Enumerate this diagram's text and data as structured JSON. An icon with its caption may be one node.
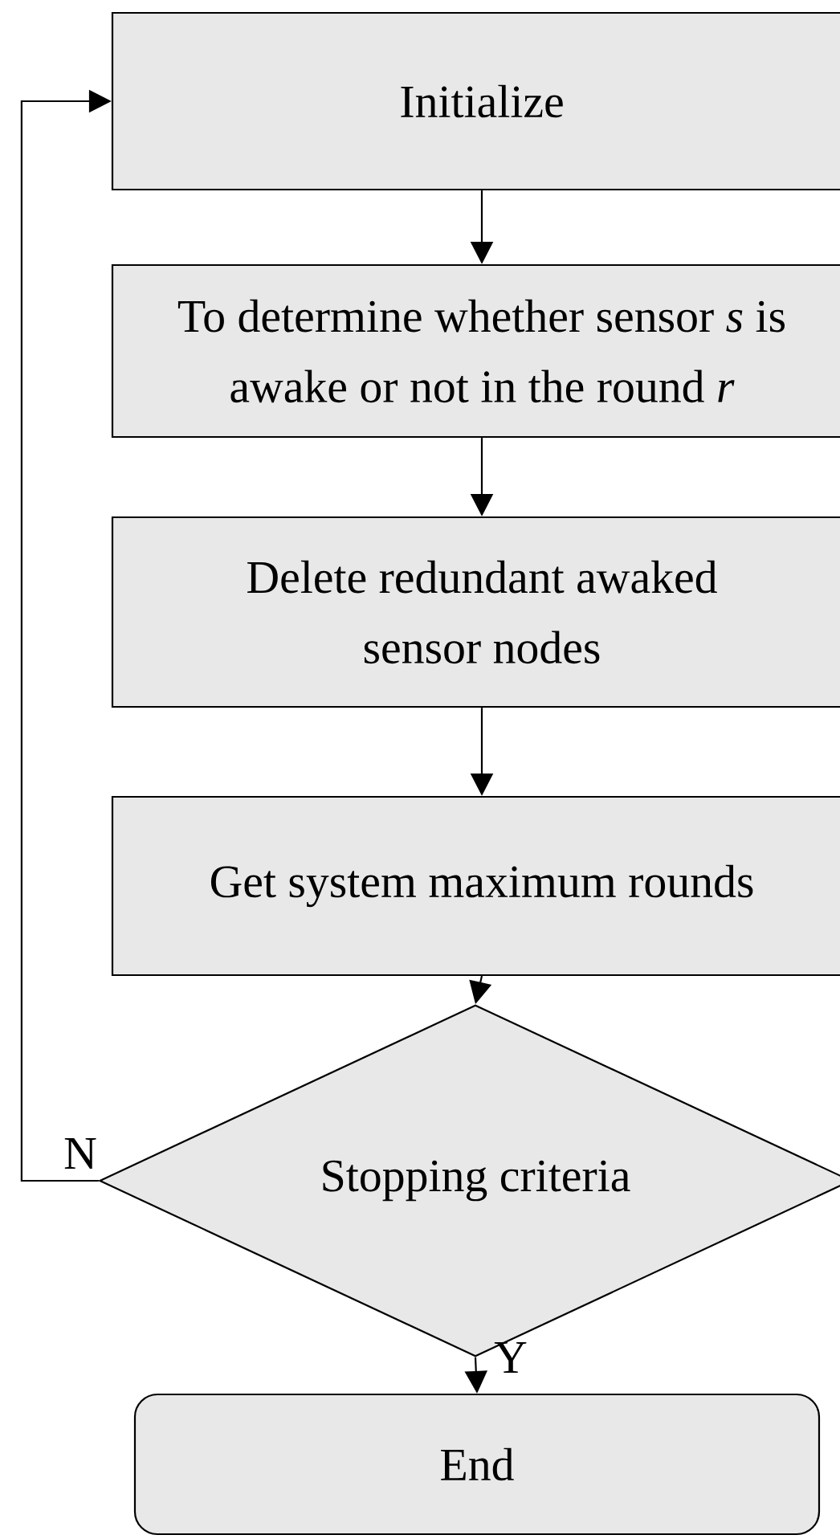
{
  "diagram": {
    "nodes": [
      {
        "text": [
          "Initialize"
        ]
      },
      {
        "text": [
          "To determine whether sensor *s* is awake or not in the round *r*"
        ]
      },
      {
        "text": [
          "Delete redundant awaked sensor nodes"
        ]
      },
      {
        "text": [
          "Get system maximum rounds"
        ]
      },
      {
        "text": [
          "Stopping criteria"
        ]
      },
      {
        "text": [
          "End"
        ]
      }
    ],
    "edges": [
      {
        "from": 0,
        "to": 1,
        "arrow": "to"
      },
      {
        "from": 1,
        "to": 2,
        "arrow": "to"
      },
      {
        "from": 2,
        "to": 3,
        "arrow": "to"
      },
      {
        "from": 3,
        "to": 4,
        "arrow": "to"
      },
      {
        "from": 4,
        "to": 5,
        "arrow": "to",
        "label": "Y"
      },
      {
        "from": 4,
        "to": 0,
        "arrow": "to",
        "label": "N"
      }
    ]
  }
}
